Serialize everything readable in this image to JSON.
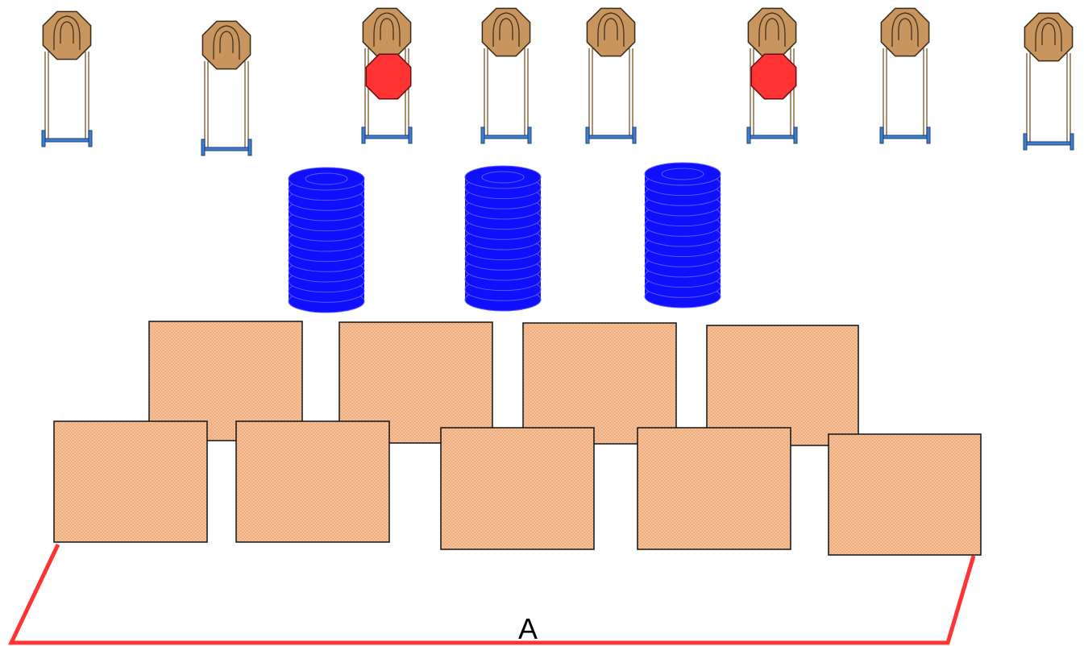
{
  "area": {
    "label": "A",
    "border_color": "#ff3333"
  },
  "targets": [
    {
      "id": "target-1",
      "type": "steel-target-on-stand",
      "no_shoot": false
    },
    {
      "id": "target-2",
      "type": "steel-target-on-stand",
      "no_shoot": false
    },
    {
      "id": "target-3",
      "type": "steel-target-on-stand",
      "no_shoot": true
    },
    {
      "id": "target-4",
      "type": "steel-target-on-stand",
      "no_shoot": false
    },
    {
      "id": "target-5",
      "type": "steel-target-on-stand",
      "no_shoot": false
    },
    {
      "id": "target-6",
      "type": "steel-target-on-stand",
      "no_shoot": true
    },
    {
      "id": "target-7",
      "type": "steel-target-on-stand",
      "no_shoot": false
    },
    {
      "id": "target-8",
      "type": "steel-target-on-stand",
      "no_shoot": false
    }
  ],
  "barrel_stacks": [
    {
      "id": "barrel-stack-1",
      "rings": 12
    },
    {
      "id": "barrel-stack-2",
      "rings": 12
    },
    {
      "id": "barrel-stack-3",
      "rings": 12
    }
  ],
  "walls": {
    "back_row_count": 4,
    "front_row_count": 5
  },
  "colors": {
    "steel_target": "#c8955e",
    "no_shoot": "#ff3333",
    "stand_base": "#3f7fd0",
    "barrel": "#1010ff",
    "wall_fill": "#f5c29a",
    "wall_border": "#111111",
    "area_border": "#ff3333"
  },
  "icons": {
    "target": "octagon-steel-target-icon",
    "no_shoot": "red-octagon-no-shoot-icon",
    "barrel": "barrel-stack-icon",
    "wall": "wall-panel-icon"
  }
}
